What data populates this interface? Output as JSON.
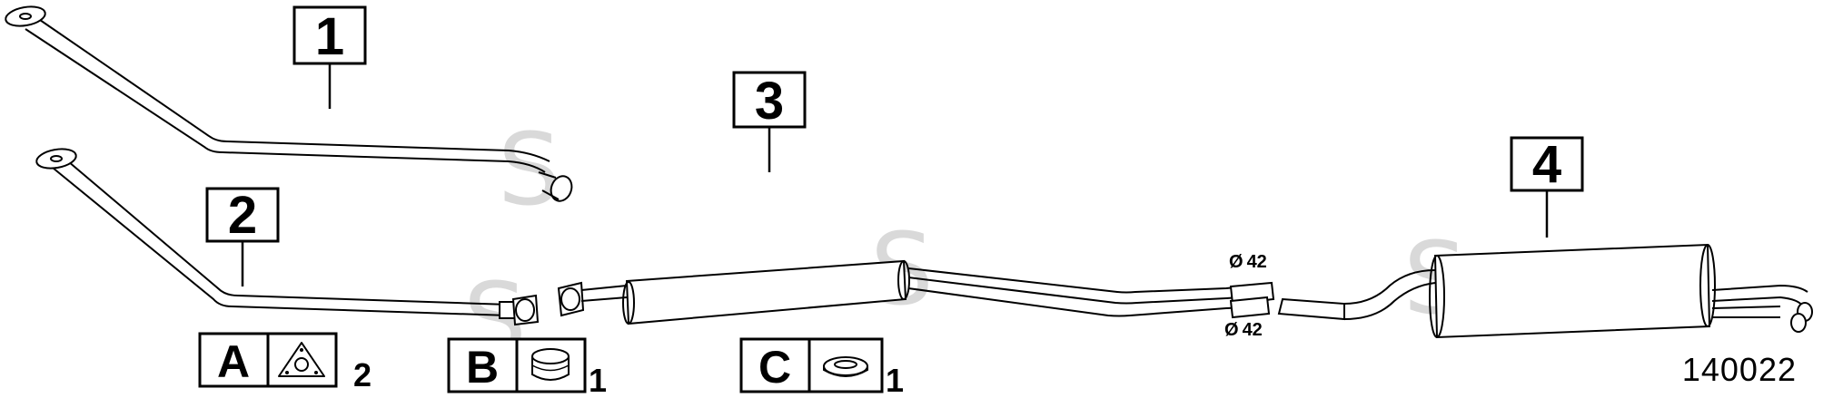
{
  "callouts": [
    {
      "id": "1",
      "label": "1"
    },
    {
      "id": "2",
      "label": "2"
    },
    {
      "id": "3",
      "label": "3"
    },
    {
      "id": "4",
      "label": "4"
    }
  ],
  "kits": [
    {
      "letter": "A",
      "icon": "triangular-gasket-icon",
      "qty": "2"
    },
    {
      "letter": "B",
      "icon": "clamp-ring-icon",
      "qty": "1"
    },
    {
      "letter": "C",
      "icon": "sealing-ring-icon",
      "qty": "1"
    }
  ],
  "dimensions": [
    {
      "symbol": "Ø",
      "value": "42"
    },
    {
      "symbol": "Ø",
      "value": "42"
    }
  ],
  "watermark": "S",
  "reference": "140022"
}
